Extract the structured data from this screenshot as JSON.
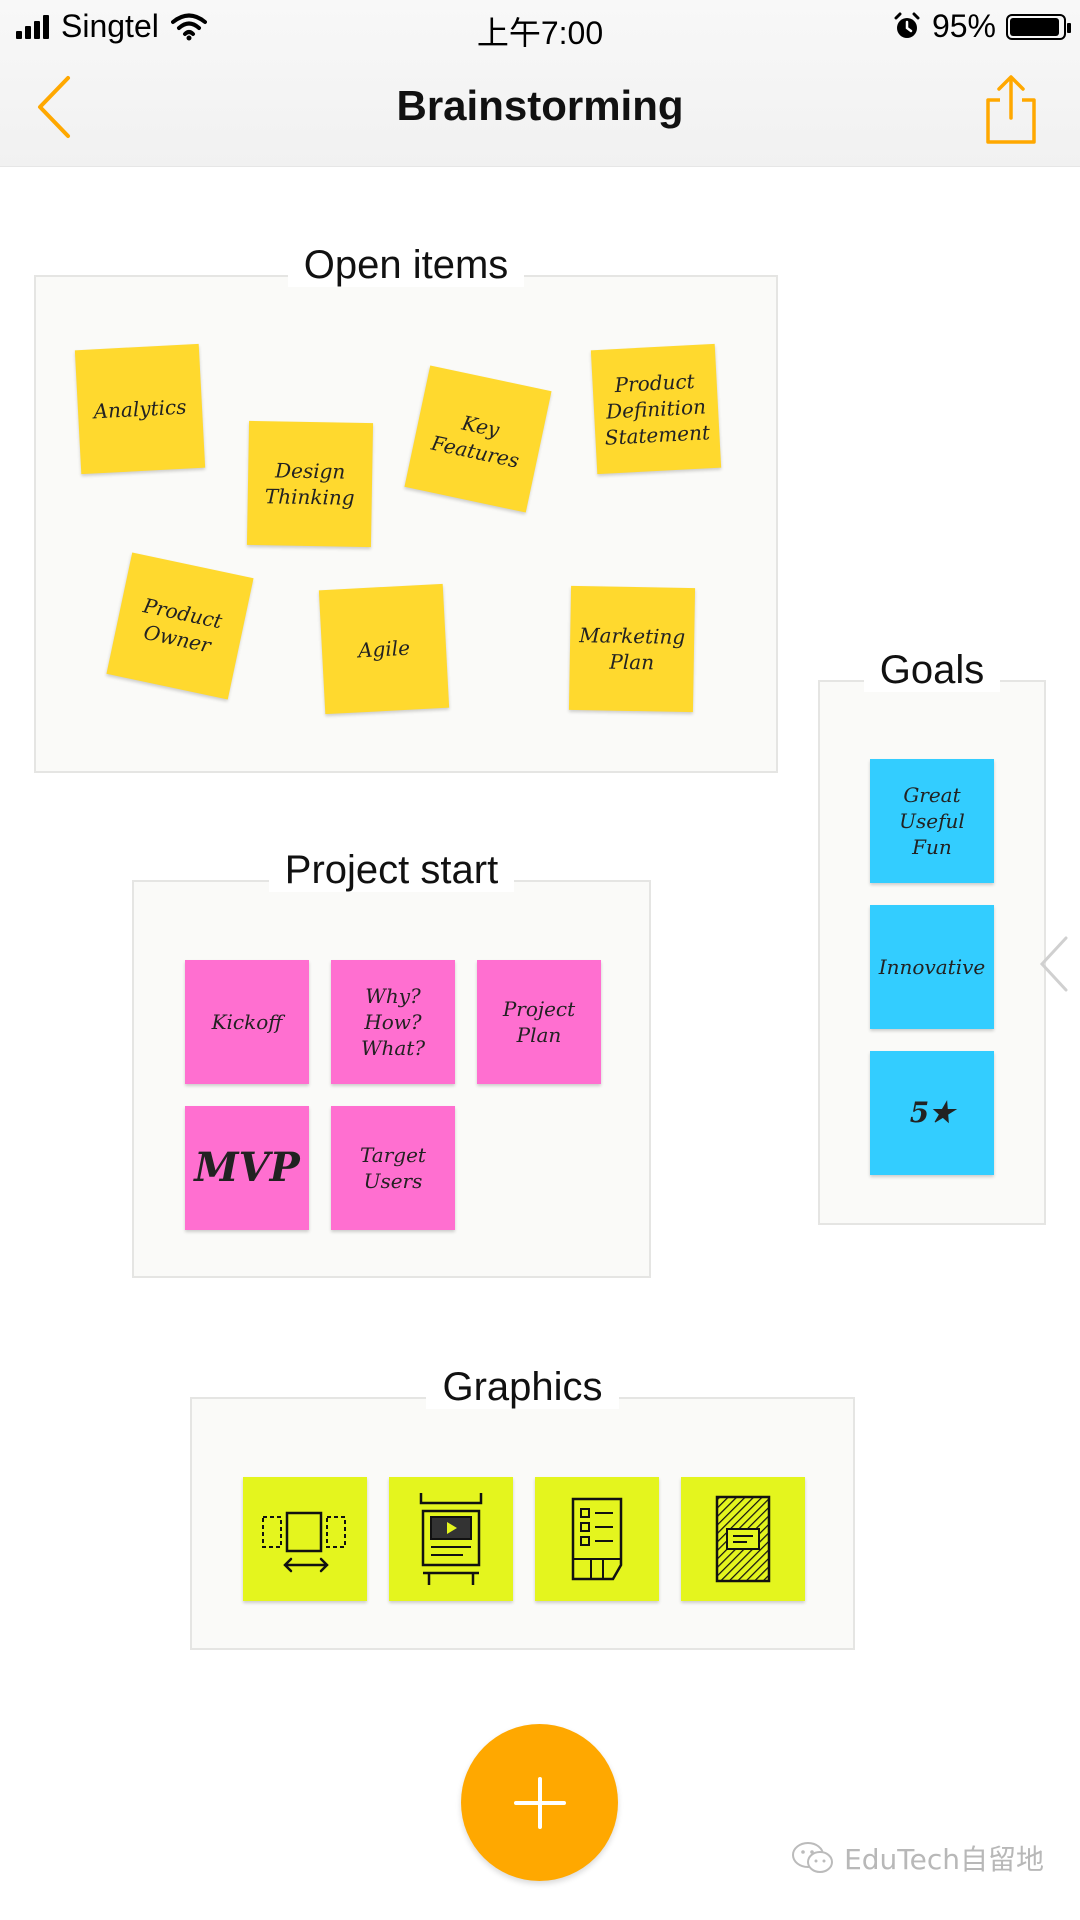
{
  "status_bar": {
    "carrier": "Singtel",
    "time": "上午7:00",
    "battery": "95%"
  },
  "nav": {
    "title": "Brainstorming",
    "back_icon": "chevron-left-icon",
    "share_icon": "share-icon"
  },
  "frames": {
    "open_items": {
      "title": "Open items",
      "notes": [
        "Analytics",
        "Design\nThinking",
        "Key\nFeatures",
        "Product\nDefinition\nStatement",
        "Product\nOwner",
        "Agile",
        "Marketing\nPlan"
      ]
    },
    "project_start": {
      "title": "Project start",
      "notes": [
        "Kickoff",
        "Why?\nHow?\nWhat?",
        "Project\nPlan",
        "MVP",
        "Target\nUsers"
      ]
    },
    "goals": {
      "title": "Goals",
      "notes": [
        "Great\nUseful\nFun",
        "Innovative",
        "5★"
      ]
    },
    "graphics": {
      "title": "Graphics",
      "notes": [
        "carousel-sketch-icon",
        "video-page-sketch-icon",
        "list-sketch-icon",
        "hatched-card-sketch-icon"
      ]
    }
  },
  "fab": {
    "icon": "plus-icon"
  },
  "watermark": {
    "text": "EduTech自留地"
  },
  "colors": {
    "accent": "#ffa800",
    "yellow_note": "#ffd92e",
    "pink_note": "#ff6fd0",
    "blue_note": "#33cdff",
    "lime_note": "#e4f51e"
  }
}
